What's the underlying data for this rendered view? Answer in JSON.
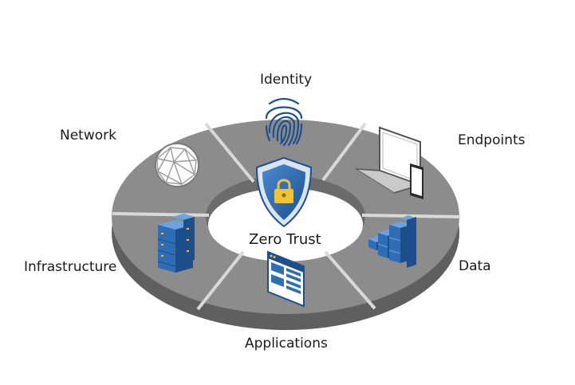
{
  "center": {
    "label": "Zero Trust"
  },
  "segments": [
    {
      "key": "identity",
      "label": "Identity",
      "icon": "fingerprint-icon"
    },
    {
      "key": "endpoints",
      "label": "Endpoints",
      "icon": "laptop-phone-icon"
    },
    {
      "key": "data",
      "label": "Data",
      "icon": "data-cubes-icon"
    },
    {
      "key": "applications",
      "label": "Applications",
      "icon": "app-window-icon"
    },
    {
      "key": "infrastructure",
      "label": "Infrastructure",
      "icon": "server-rack-icon"
    },
    {
      "key": "network",
      "label": "Network",
      "icon": "network-globe-icon"
    }
  ],
  "colors": {
    "ring_top": "#8c8c8c",
    "ring_side": "#5f5f5f",
    "ring_line": "#d9d9d9",
    "icon_blue": "#2f6db5",
    "icon_blue_dark": "#1d4f8c",
    "lock_gold": "#f2c230"
  }
}
